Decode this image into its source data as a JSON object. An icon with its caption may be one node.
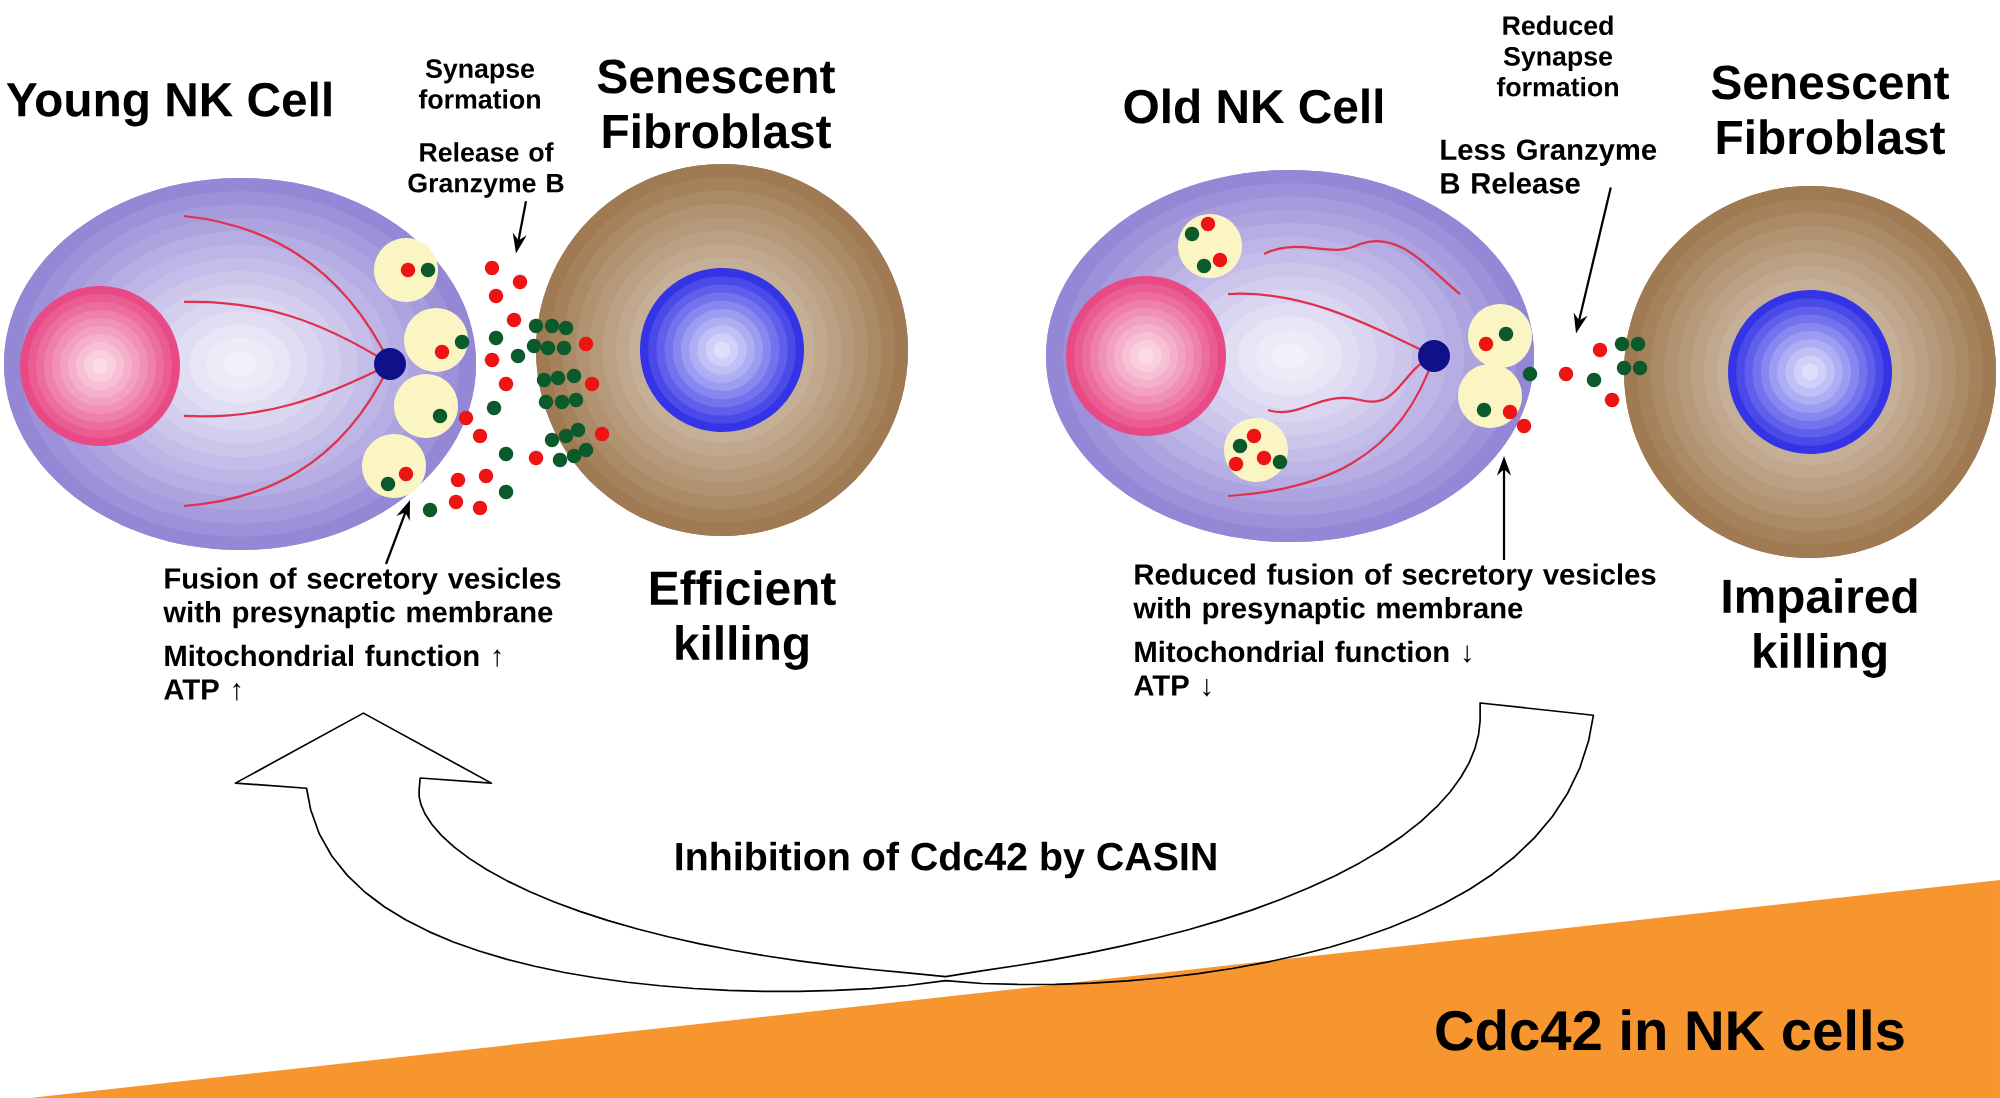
{
  "diagram": {
    "nodes": [
      {
        "text": [
          "Young NK Cell"
        ]
      },
      {
        "text": [
          "Senescent Fibroblast"
        ],
        "beside": [
          "Efficient killing"
        ]
      },
      {
        "text": [
          "Old NK Cell"
        ]
      },
      {
        "text": [
          "Senescent Fibroblast"
        ],
        "beside": [
          "Impaired killing"
        ]
      },
      {
        "text": [
          "Release of Granzyme B"
        ]
      },
      {
        "text": [
          "Fusion of secretory vesicles with presynaptic membrane"
        ]
      },
      {
        "text": [
          "Less Granzyme B Release"
        ]
      },
      {
        "text": [
          "Reduced fusion of secretory vesicles with presynaptic membrane"
        ]
      },
      {
        "text": [
          "Mitochondrial function ↑",
          "ATP ↑"
        ]
      },
      {
        "text": [
          "Mitochondrial function ↓",
          "ATP ↓"
        ]
      },
      {
        "text": [
          "Cdc42 in NK cells"
        ]
      },
      {
        "text": [],
        "shape": "picture"
      },
      {
        "text": [],
        "shape": "picture"
      }
    ],
    "edges": [
      {
        "from": 4,
        "to": 11,
        "arrow": "to"
      },
      {
        "from": 5,
        "to": 0,
        "arrow": "to"
      },
      {
        "from": 6,
        "to": 12,
        "arrow": "to"
      },
      {
        "from": 7,
        "to": 2,
        "arrow": "to"
      },
      {
        "from": 9,
        "to": 8,
        "arrow": "to",
        "label": "Inhibition of Cdc42 by CASIN",
        "style": "thick"
      }
    ],
    "labels": [
      "Reduced Synapse formation",
      "Synapse formation"
    ]
  }
}
